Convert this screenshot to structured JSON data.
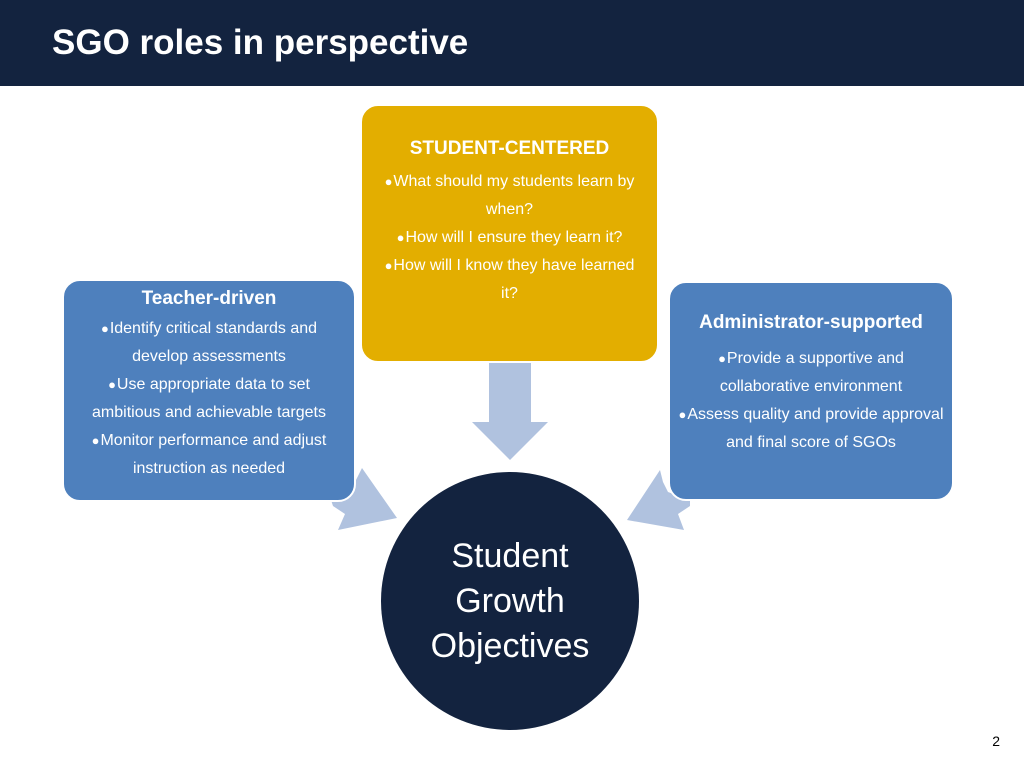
{
  "slide": {
    "title": "SGO roles in perspective",
    "page_number": "2"
  },
  "colors": {
    "title_bar": "#13233f",
    "student_centered_box": "#e3ae00",
    "role_boxes": "#4e80bd",
    "center_circle": "#13233f",
    "arrows": "#b0c2df"
  },
  "boxes": {
    "student_centered": {
      "heading": "STUDENT-CENTERED",
      "bullets": [
        "What should my students learn by when?",
        "How will I ensure they learn it?",
        "How will I know they have learned it?"
      ]
    },
    "teacher_driven": {
      "heading": "Teacher-driven",
      "bullets": [
        "Identify critical standards and develop assessments",
        "Use appropriate data to set ambitious and achievable targets",
        "Monitor performance and adjust instruction as needed"
      ]
    },
    "administrator_supported": {
      "heading": "Administrator-supported",
      "bullets": [
        "Provide a supportive and collaborative environment",
        "Assess quality and provide approval and final score of SGOs"
      ]
    }
  },
  "center": {
    "line1": "Student",
    "line2": "Growth",
    "line3": "Objectives"
  }
}
